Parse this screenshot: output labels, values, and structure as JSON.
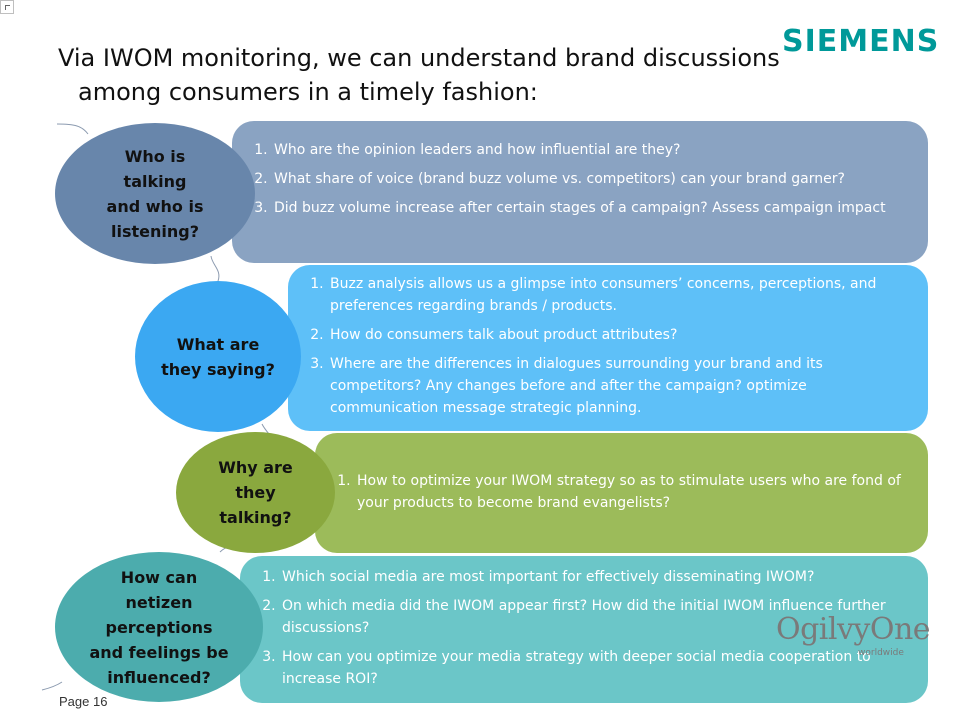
{
  "logo": {
    "text": "SIEMENS",
    "color": "#009999"
  },
  "title": {
    "line1": "Via IWOM monitoring, we can understand brand discussions",
    "line2": "among consumers in a timely fashion:"
  },
  "sections": [
    {
      "question": "Who is talking and who is listening?",
      "color": "#8aa3c2",
      "items": [
        "Who are the opinion leaders and how influential are they?",
        "What share of voice (brand buzz volume vs. competitors)  can your brand garner?",
        "Did buzz volume increase after certain stages of a campaign? Assess campaign impact"
      ]
    },
    {
      "question": "What are they saying?",
      "color": "#5ec0f8",
      "items": [
        "Buzz analysis allows us a glimpse into consumers’ concerns, perceptions, and preferences regarding brands / products.",
        "How do consumers talk about product attributes?",
        "Where are the differences in dialogues surrounding your brand and its competitors? Any changes before and after the campaign?       optimize communication message strategic planning."
      ]
    },
    {
      "question": "Why are they talking?",
      "color": "#9cbb5a",
      "items": [
        "How to optimize your IWOM strategy so as to stimulate users who are fond of your products to become brand evangelists?"
      ]
    },
    {
      "question": "How can netizen perceptions and feelings be influenced?",
      "color": "#6bc6c8",
      "items": [
        "Which social media are most important for effectively disseminating IWOM?",
        "On which media did the IWOM appear first? How did the initial IWOM influence further discussions?",
        "How can you optimize your media strategy with deeper social media cooperation to increase ROI?"
      ]
    }
  ],
  "partner_logo": {
    "name": "OgilvyOne",
    "tagline": "worldwide"
  },
  "page": "Page 16"
}
